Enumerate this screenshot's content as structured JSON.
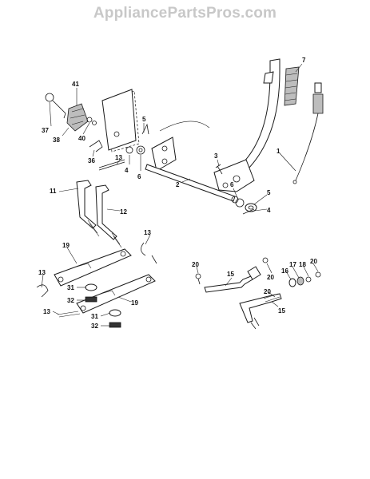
{
  "watermark": "AppliancePartsPros.com",
  "callouts": [
    {
      "id": "c41",
      "text": "41"
    },
    {
      "id": "c37",
      "text": "37"
    },
    {
      "id": "c38",
      "text": "38"
    },
    {
      "id": "c40",
      "text": "40"
    },
    {
      "id": "c36",
      "text": "36"
    },
    {
      "id": "c13a",
      "text": "13"
    },
    {
      "id": "c4a",
      "text": "4"
    },
    {
      "id": "c5a",
      "text": "5"
    },
    {
      "id": "c6a",
      "text": "6"
    },
    {
      "id": "c7",
      "text": "7"
    },
    {
      "id": "c1",
      "text": "1"
    },
    {
      "id": "c3",
      "text": "3"
    },
    {
      "id": "c2",
      "text": "2"
    },
    {
      "id": "c6b",
      "text": "6"
    },
    {
      "id": "c5b",
      "text": "5"
    },
    {
      "id": "c4b",
      "text": "4"
    },
    {
      "id": "c11",
      "text": "11"
    },
    {
      "id": "c12",
      "text": "12"
    },
    {
      "id": "c13b",
      "text": "13"
    },
    {
      "id": "c19a",
      "text": "19"
    },
    {
      "id": "c13c",
      "text": "13"
    },
    {
      "id": "c31a",
      "text": "31"
    },
    {
      "id": "c32a",
      "text": "32"
    },
    {
      "id": "c19b",
      "text": "19"
    },
    {
      "id": "c13d",
      "text": "13"
    },
    {
      "id": "c31b",
      "text": "31"
    },
    {
      "id": "c32b",
      "text": "32"
    },
    {
      "id": "c20a",
      "text": "20"
    },
    {
      "id": "c15a",
      "text": "15"
    },
    {
      "id": "c20b",
      "text": "20"
    },
    {
      "id": "c16",
      "text": "16"
    },
    {
      "id": "c17",
      "text": "17"
    },
    {
      "id": "c18",
      "text": "18"
    },
    {
      "id": "c20c",
      "text": "20"
    },
    {
      "id": "c20d",
      "text": "20"
    },
    {
      "id": "c15b",
      "text": "15"
    }
  ]
}
